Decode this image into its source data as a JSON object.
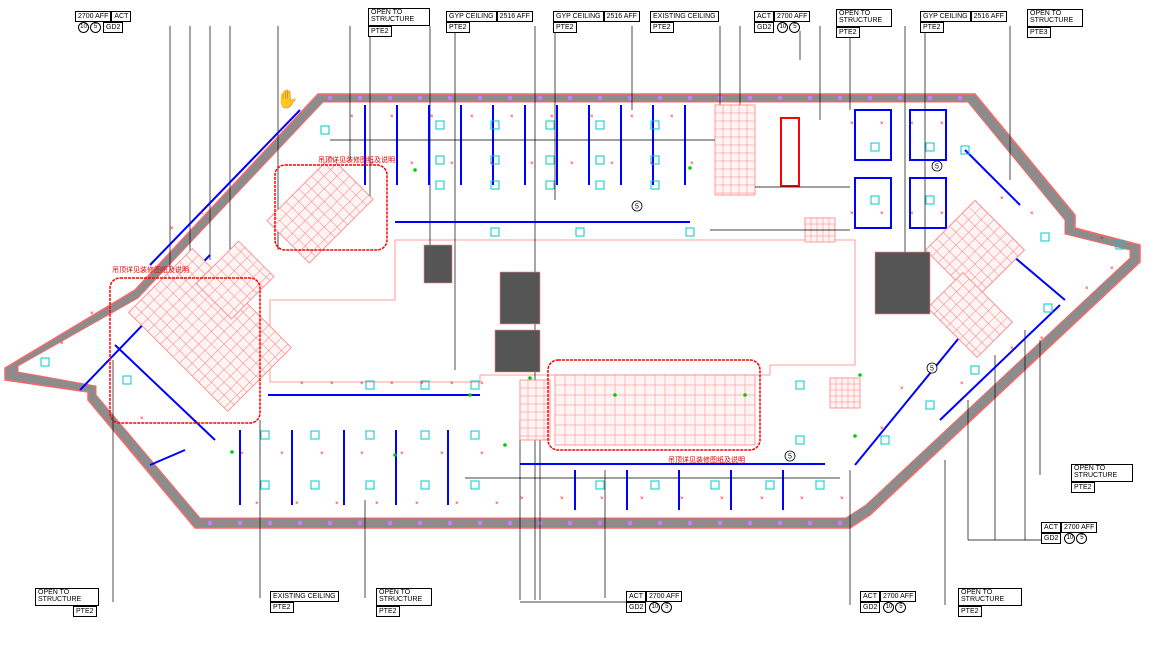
{
  "tags": {
    "t1": {
      "a": "2700 AFF",
      "b": "ACT",
      "c": "GD2",
      "n1": "10",
      "n2": "5"
    },
    "t2": {
      "a": "OPEN TO",
      "b": "STRUCTURE",
      "c": "PTE2"
    },
    "t3": {
      "a": "GYP CEILING",
      "b": "2516 AFF",
      "c": "PTE2"
    },
    "t4": {
      "a": "GYP CEILING",
      "b": "2516 AFF",
      "c": "PTE2"
    },
    "t5": {
      "a": "EXISTING CEILING",
      "c": "PTE2"
    },
    "t6": {
      "a": "ACT",
      "b": "2700 AFF",
      "c": "GD2",
      "n1": "10",
      "n2": "5"
    },
    "t7": {
      "a": "OPEN TO",
      "b": "STRUCTURE",
      "c": "PTE2"
    },
    "t8": {
      "a": "GYP CEILING",
      "b": "2516 AFF",
      "c": "PTE2"
    },
    "t9": {
      "a": "OPEN TO",
      "b": "STRUCTURE",
      "c": "PTE3"
    },
    "t10": {
      "a": "OPEN TO",
      "b": "STRUCTURE",
      "c": "PTE2"
    },
    "t11": {
      "a": "ACT",
      "b": "2700 AFF",
      "c": "GD2",
      "n1": "10",
      "n2": "5"
    },
    "b1": {
      "a": "OPEN TO",
      "b": "STRUCTURE",
      "c": "PTE2"
    },
    "b2": {
      "a": "EXISTING CEILING",
      "c": "PTE2"
    },
    "b3": {
      "a": "OPEN TO",
      "b": "STRUCTURE",
      "c": "PTE2"
    },
    "b4": {
      "a": "ACT",
      "b": "2700 AFF",
      "c": "GD2",
      "n1": "10",
      "n2": "5"
    },
    "b5": {
      "a": "ACT",
      "b": "2700 AFF",
      "c": "GD2",
      "n1": "10",
      "n2": "5"
    },
    "b6": {
      "a": "OPEN TO",
      "b": "STRUCTURE",
      "c": "PTE2"
    }
  },
  "markers": [
    "5",
    "5",
    "5",
    "5"
  ],
  "notes": {
    "n1": "吊顶详见装修图纸及说明",
    "n2": "吊顶详见装修图纸及说明",
    "n3": "吊顶详见装修图纸及说明"
  },
  "colors": {
    "wall": "#ff6666",
    "fill": "#8c8c8c",
    "grid": "#ff8080",
    "blue": "#0000ff",
    "cyan": "#00c8c8"
  }
}
